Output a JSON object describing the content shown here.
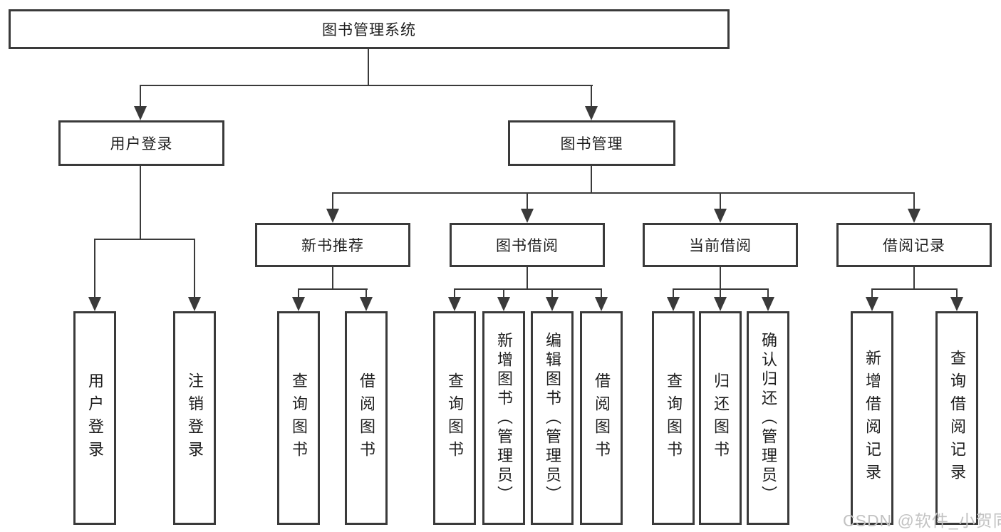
{
  "diagram": {
    "type": "hierarchy-tree",
    "root": {
      "label": "图书管理系统"
    },
    "branches": [
      {
        "label": "用户登录",
        "leaves": [
          "用户登录",
          "注销登录"
        ]
      },
      {
        "label": "图书管理",
        "children": [
          {
            "label": "新书推荐",
            "leaves": [
              "查询图书",
              "借阅图书"
            ]
          },
          {
            "label": "图书借阅",
            "leaves": [
              "查询图书",
              "新增图书（管理员）",
              "编辑图书（管理员）",
              "借阅图书"
            ]
          },
          {
            "label": "当前借阅",
            "leaves": [
              "查询图书",
              "归还图书",
              "确认归还（管理员）"
            ]
          },
          {
            "label": "借阅记录",
            "leaves": [
              "新增借阅记录",
              "查询借阅记录"
            ]
          }
        ]
      }
    ],
    "watermark": "CSDN @软件_小贺同学",
    "colors": {
      "line": "#3a3a3a",
      "text": "#1e1e1e",
      "background": "#ffffff",
      "watermark": "#c2c2c2"
    }
  }
}
